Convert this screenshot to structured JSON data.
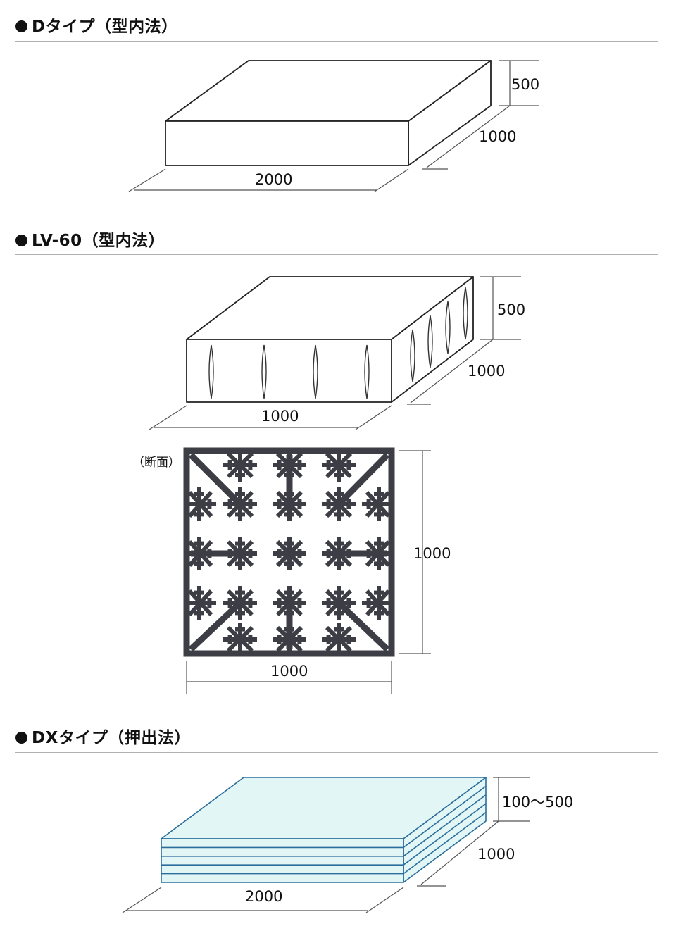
{
  "sections": [
    {
      "title": "Dタイプ（型内法）"
    },
    {
      "title": "LV-60（型内法）"
    },
    {
      "title": "DXタイプ（押出法）"
    }
  ],
  "d_type": {
    "height": "500",
    "depth": "1000",
    "width": "2000"
  },
  "lv60": {
    "height": "500",
    "depth": "1000",
    "width": "1000"
  },
  "cross_section": {
    "label": "（断面）",
    "height": "1000",
    "width": "1000"
  },
  "dx_type": {
    "height": "100～500",
    "depth": "1000",
    "width": "2000",
    "layers": 5,
    "fill_color": "#e3f6f6",
    "line_color": "#2b6e9c"
  }
}
